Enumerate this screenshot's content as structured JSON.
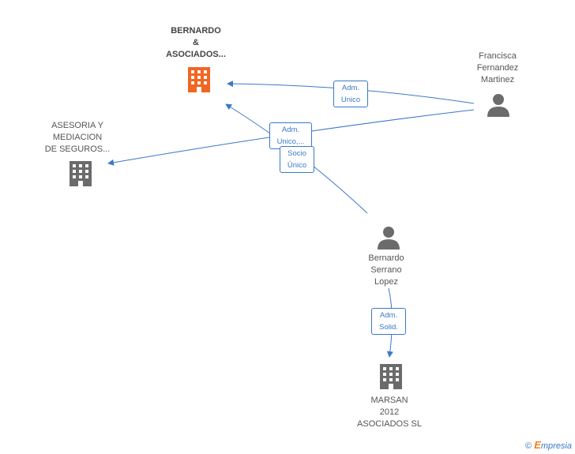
{
  "nodes": {
    "bernardo_asociados": "BERNARDO\n&\nASOCIADOS...",
    "asesoria": "ASESORIA Y\nMEDIACION\nDE SEGUROS...",
    "francisca": "Francisca\nFernandez\nMartinez",
    "bernardo_serrano": "Bernardo\nSerrano\nLopez",
    "marsan": "MARSAN\n2012\nASOCIADOS SL"
  },
  "edges": {
    "francisca_to_bernardo": "Adm.\nUnico",
    "francisca_to_asesoria": "Adm.\nUnico,...",
    "serrano_to_bernardo": "Socio\nÚnico",
    "serrano_to_marsan": "Adm.\nSolid."
  },
  "brand": {
    "symbol": "©",
    "e": "E",
    "rest": "mpresia"
  },
  "colors": {
    "edge": "#3a78c9",
    "main_company": "#f26522",
    "company": "#6b6b6b",
    "person": "#6b6b6b"
  }
}
